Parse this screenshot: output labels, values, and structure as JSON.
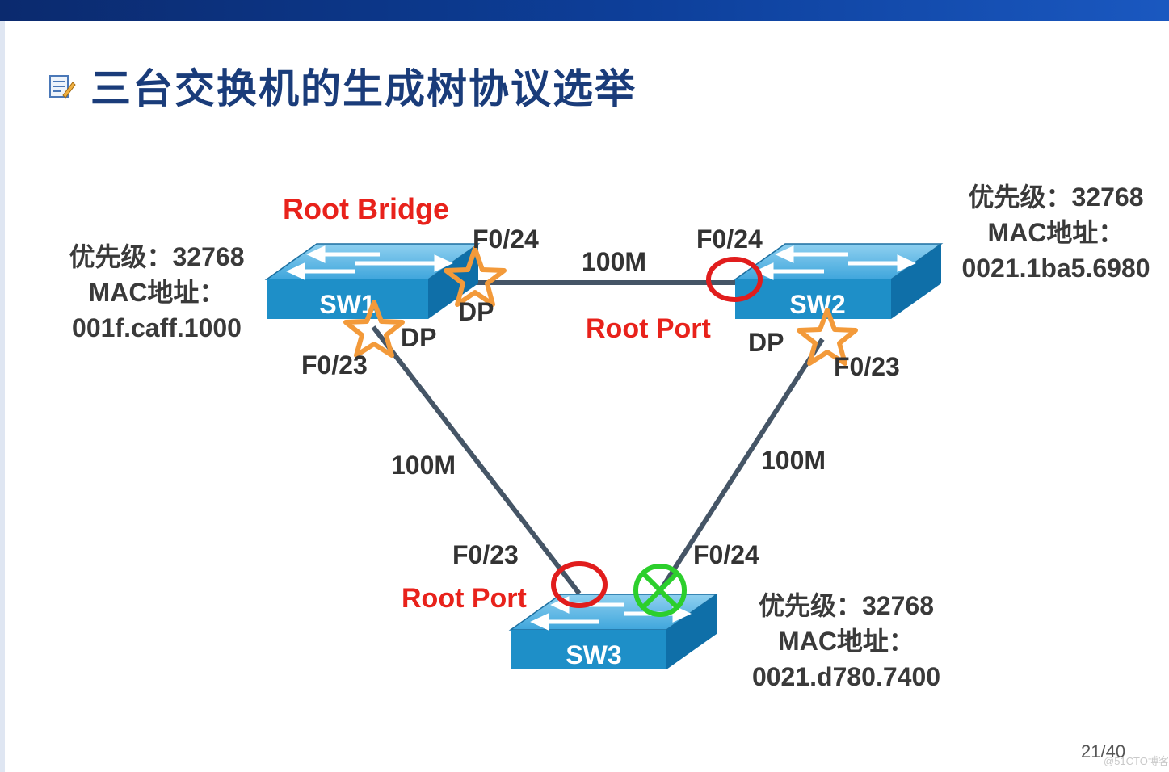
{
  "slide": {
    "title": "三台交换机的生成树协议选举",
    "page_number": "21/40",
    "watermark": "@51CTO博客"
  },
  "diagram": {
    "root_bridge_label": "Root Bridge",
    "switches": [
      {
        "name": "SW1",
        "priority": "优先级：32768",
        "mac_label": "MAC地址：",
        "mac": "001f.caff.1000"
      },
      {
        "name": "SW2",
        "priority": "优先级：32768",
        "mac_label": "MAC地址：",
        "mac": "0021.1ba5.6980"
      },
      {
        "name": "SW3",
        "priority": "优先级：32768",
        "mac_label": "MAC地址：",
        "mac": "0021.d780.7400"
      }
    ],
    "links": [
      {
        "from": "SW1",
        "to": "SW2",
        "bandwidth": "100M"
      },
      {
        "from": "SW1",
        "to": "SW3",
        "bandwidth": "100M"
      },
      {
        "from": "SW2",
        "to": "SW3",
        "bandwidth": "100M"
      }
    ],
    "ports": {
      "sw1_f024": "F0/24",
      "sw1_f023": "F0/23",
      "sw2_f024": "F0/24",
      "sw2_f023": "F0/23",
      "sw3_f023": "F0/23",
      "sw3_f024": "F0/24"
    },
    "roles": {
      "sw1_f024": "DP",
      "sw1_f023": "DP",
      "sw2_f023": "DP",
      "sw2_f024": "Root Port",
      "sw3_f023": "Root Port"
    }
  },
  "colors": {
    "title": "#1a3c7a",
    "root_label": "#e8221b",
    "switch": "#1e8fc8",
    "link": "#455566",
    "designated_star": "#f39a3a",
    "root_port_circle": "#e11d1d",
    "blocked_port": "#2ccf2c"
  }
}
